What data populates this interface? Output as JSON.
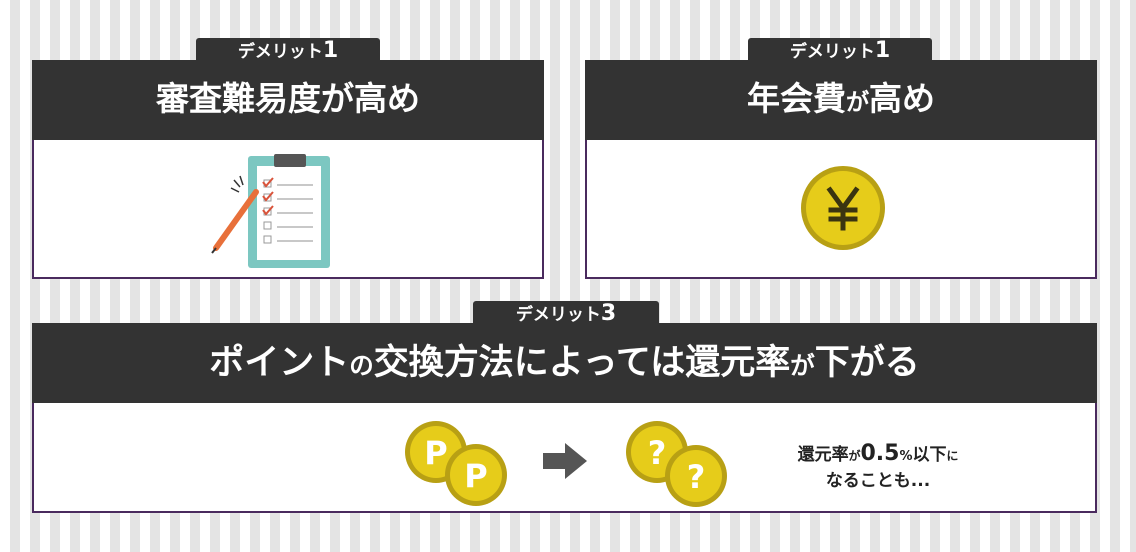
{
  "cards": [
    {
      "tab_prefix": "デメリット",
      "tab_number": "1",
      "title": "審査難易度が高め",
      "icon": "clipboard-checklist-icon"
    },
    {
      "tab_prefix": "デメリット",
      "tab_number": "1",
      "title_main": "年会費",
      "title_small": "が",
      "title_end": "高め",
      "icon": "yen-coin-icon"
    },
    {
      "tab_prefix": "デメリット",
      "tab_number": "3",
      "title_a": "ポイント",
      "title_b": "の",
      "title_c": "交換方法によっては還元率",
      "title_d": "が",
      "title_e": "下がる",
      "coin_letter": "P",
      "unknown_mark": "?",
      "note_a": "還元率",
      "note_b": "が",
      "note_c": "0.5",
      "note_d": "%",
      "note_e": "以下",
      "note_f": "に",
      "note_line2": "なることも..."
    }
  ],
  "colors": {
    "header": "#333333",
    "border": "#4a2a5e",
    "coin": "#e6cc1a",
    "clipboard": "#7cc7c1",
    "check": "#d9533a",
    "pencil": "#e8703a"
  }
}
